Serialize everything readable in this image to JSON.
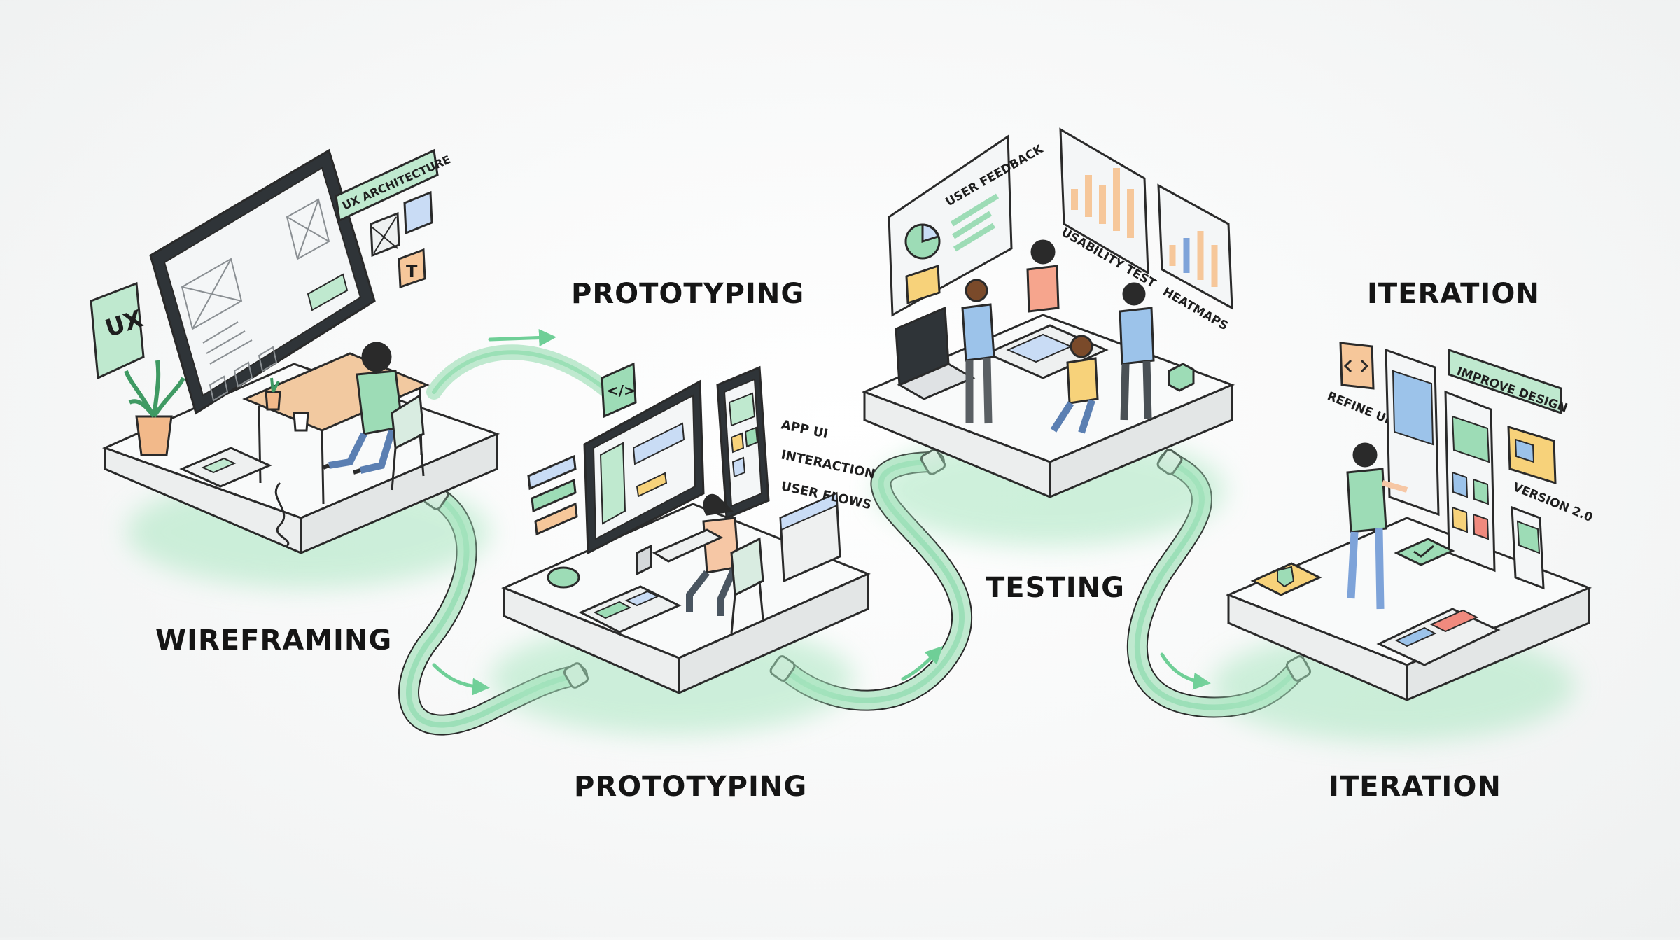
{
  "stages": [
    {
      "id": "wireframing",
      "label": "WIREFRAMING"
    },
    {
      "id": "prototyping",
      "label": "PROTOTYPING",
      "top_label": "PROTOTYPING"
    },
    {
      "id": "testing",
      "label": "TESTING"
    },
    {
      "id": "iteration",
      "label": "ITERATION",
      "top_label": "ITERATION"
    }
  ],
  "wireframing": {
    "badge": "UX",
    "tag": "UX ARCHITECTURE",
    "text_tool": "T"
  },
  "prototyping": {
    "code_badge": "</>",
    "items": [
      "APP UI",
      "INTERACTION",
      "USER FLOWS"
    ]
  },
  "testing": {
    "feedback": "USER FEEDBACK",
    "usability": "USABILITY TEST",
    "heatmaps": "HEATMAPS"
  },
  "iteration": {
    "refine": "REFINE UI",
    "improve": "IMPROVE DESIGN",
    "version": "VERSION 2.0"
  },
  "colors": {
    "accent": "#7fd6a4",
    "accent_light": "#cdeed8",
    "ink": "#2a2a2a",
    "platform": "#f9fafa"
  }
}
